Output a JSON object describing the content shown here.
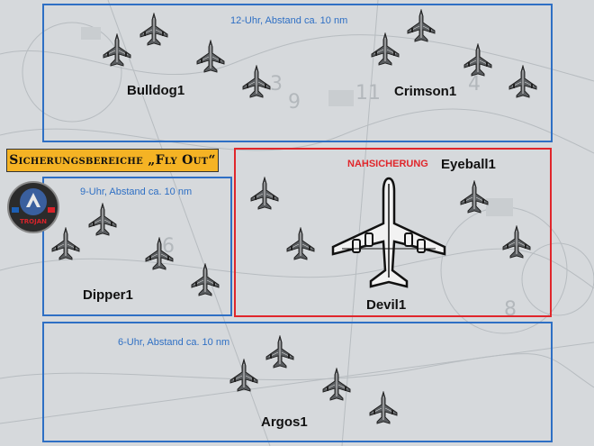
{
  "title_banner": "Sicherungsbereiche „Fly Out“",
  "zones": {
    "north": {
      "caption": "12-Uhr, Abstand ca. 10 nm"
    },
    "west": {
      "caption": "9-Uhr, Abstand ca. 10 nm"
    },
    "south": {
      "caption": "6-Uhr, Abstand ca. 10 nm"
    },
    "close": {
      "caption": "NAHSICHERUNG"
    }
  },
  "callsigns": {
    "bulldog": "Bulldog1",
    "crimson": "Crimson1",
    "eyeball": "Eyeball1",
    "dipper": "Dipper1",
    "devil": "Devil1",
    "argos": "Argos1"
  },
  "emblem": {
    "label": "TROJAN"
  },
  "colors": {
    "zone_blue": "#2e6fc4",
    "zone_red": "#e0262b",
    "banner": "#f5b324"
  }
}
